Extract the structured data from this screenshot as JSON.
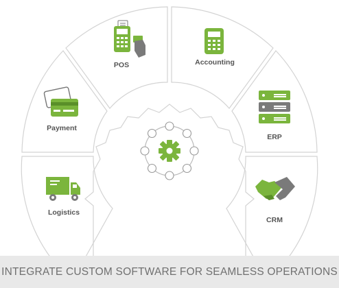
{
  "diagram": {
    "segments": [
      {
        "label": "POS",
        "icon": "pos-terminal-icon"
      },
      {
        "label": "Accounting",
        "icon": "calculator-icon"
      },
      {
        "label": "Payment",
        "icon": "credit-card-icon"
      },
      {
        "label": "ERP",
        "icon": "server-icon"
      },
      {
        "label": "Logistics",
        "icon": "delivery-truck-icon"
      },
      {
        "label": "CRM",
        "icon": "handshake-icon"
      }
    ],
    "center_icon": "gear-network-icon"
  },
  "footer": {
    "text": "INTEGRATE CUSTOM SOFTWARE FOR SEAMLESS OPERATIONS"
  },
  "colors": {
    "accent": "#7bb53d",
    "accent_dark": "#5a8f29",
    "outline": "#d3d3d3",
    "label": "#555555",
    "footer_bg": "#e9e9e9",
    "footer_text": "#707070"
  }
}
